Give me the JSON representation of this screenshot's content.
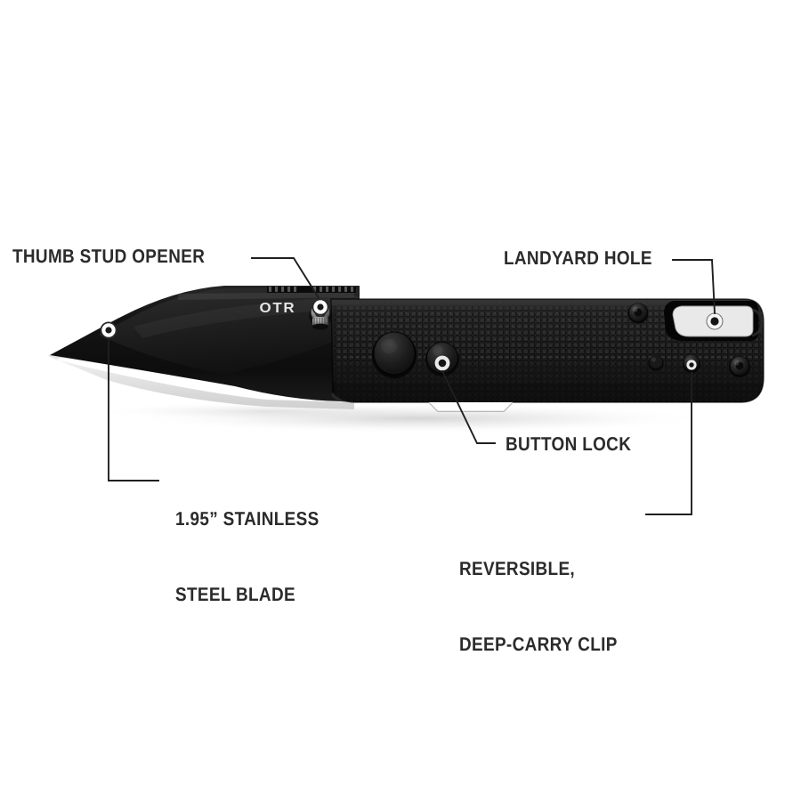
{
  "page": {
    "background_color": "#ffffff",
    "title": "Folding Knife Feature Callout Diagram",
    "text_color": "#2b2b2b"
  },
  "product": {
    "type": "folding-pocket-knife",
    "brand_mark": "OTR",
    "blade_color": "#161616",
    "handle_color": "#1c1c1c",
    "accent_color": "#e8e8e8"
  },
  "callouts": [
    {
      "id": "thumb-stud-opener",
      "label": "THUMB STUD OPENER",
      "lines": [
        "THUMB STUD OPENER"
      ]
    },
    {
      "id": "landyard-hole",
      "label": "LANDYARD HOLE",
      "lines": [
        "LANDYARD HOLE"
      ]
    },
    {
      "id": "stainless-steel-blade",
      "label": "1.95” STAINLESS STEEL BLADE",
      "lines": [
        "1.95” STAINLESS",
        "STEEL BLADE"
      ],
      "line1": "1.95” STAINLESS",
      "line2": "STEEL BLADE"
    },
    {
      "id": "button-lock",
      "label": "BUTTON LOCK",
      "lines": [
        "BUTTON LOCK"
      ]
    },
    {
      "id": "reversible-deep-carry-clip",
      "label": "REVERSIBLE, DEEP-CARRY CLIP",
      "lines": [
        "REVERSIBLE,",
        "DEEP-CARRY CLIP"
      ],
      "line1": "REVERSIBLE,",
      "line2": "DEEP-CARRY CLIP"
    }
  ],
  "labels": {
    "thumb": "THUMB STUD OPENER",
    "landyard": "LANDYARD HOLE",
    "blade_l1": "1.95” STAINLESS",
    "blade_l2": "STEEL BLADE",
    "button": "BUTTON LOCK",
    "clip_l1": "REVERSIBLE,",
    "clip_l2": "DEEP-CARRY CLIP"
  }
}
